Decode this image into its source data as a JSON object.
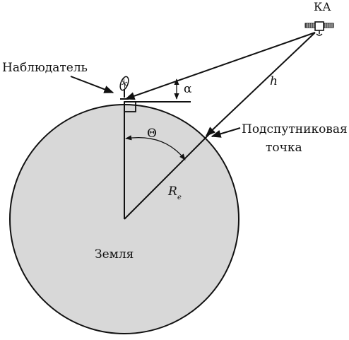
{
  "labels": {
    "satellite": "КА",
    "observer": "Наблюдатель",
    "altitude": "h",
    "elevation_angle": "α",
    "central_angle": "Θ",
    "earth_radius": "R",
    "earth_radius_sub": "e",
    "subsatellite_point_line1": "Подспутниковая",
    "subsatellite_point_line2": "точка",
    "earth": "Земля"
  },
  "colors": {
    "earth_fill": "#d8d8d8",
    "ink": "#111111",
    "background": "#ffffff"
  },
  "icons": {
    "satellite": "satellite-icon",
    "observer_antenna": "dish-antenna-icon"
  }
}
